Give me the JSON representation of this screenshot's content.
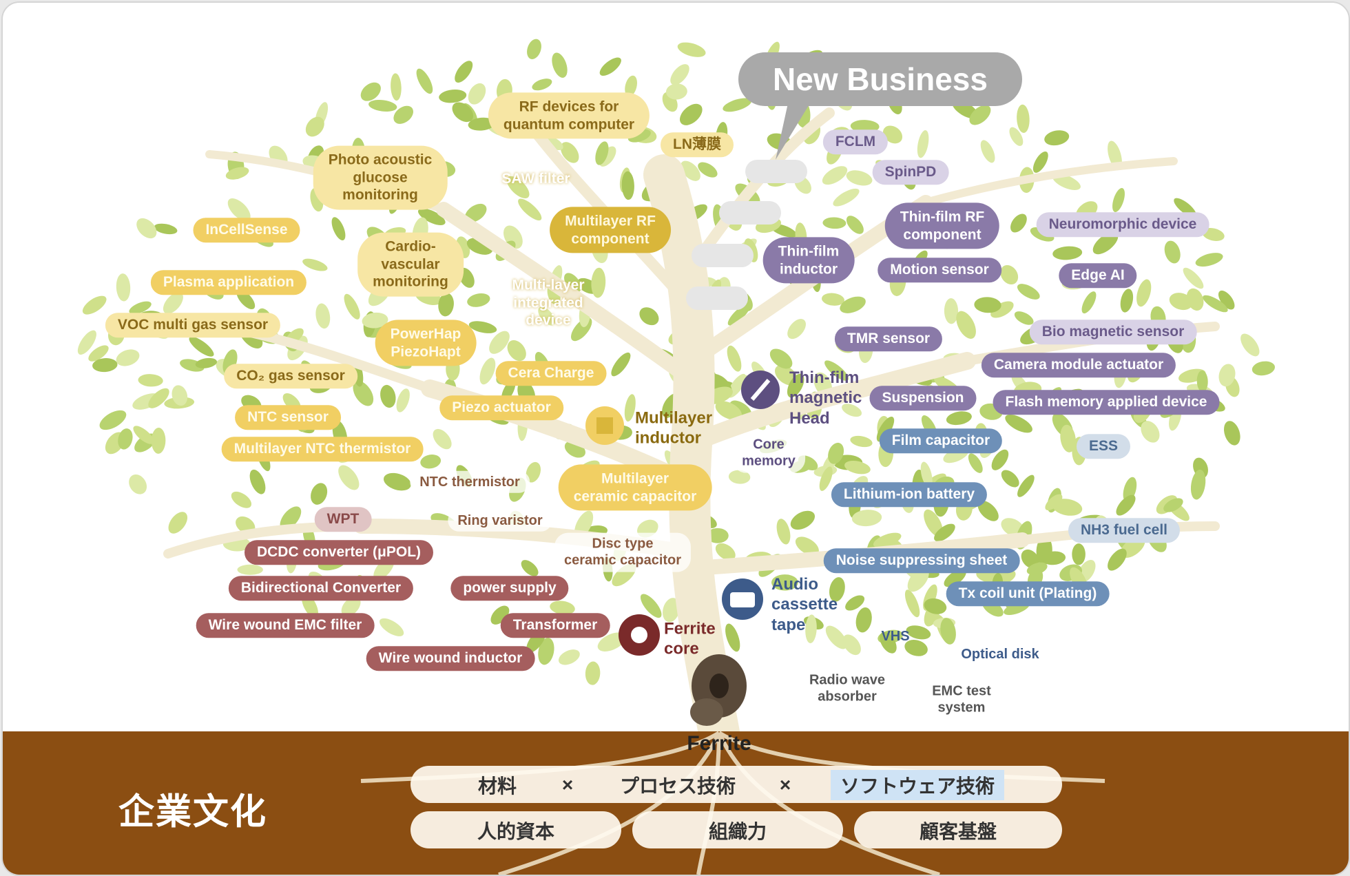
{
  "bubble": "New Business",
  "culture_label": "企業文化",
  "root_label": "Ferrite",
  "foundation_row1": [
    "材料",
    "×",
    "プロセス技術",
    "×",
    "ソフトウェア技術"
  ],
  "foundation_row2": [
    "人的資本",
    "組織力",
    "顧客基盤"
  ],
  "yellow": {
    "rf_quantum": "RF devices for\nquantum computer",
    "ln": "LN薄膜",
    "photo_acoustic": "Photo acoustic\nglucose\nmonitoring",
    "saw": "SAW filter",
    "incellsense": "InCellSense",
    "multilayer_rf": "Multilayer RF\ncomponent",
    "cardio": "Cardio-\nvascular\nmonitoring",
    "plasma": "Plasma application",
    "multilayer_integrated": "Multi-layer\nintegrated\ndevice",
    "voc": "VOC multi gas sensor",
    "powerhap": "PowerHap\nPiezoHapt",
    "co2": "CO₂ gas sensor",
    "cera_charge": "Cera Charge",
    "piezo": "Piezo actuator",
    "ntc_sensor": "NTC sensor",
    "multilayer_inductor": "Multilayer\ninductor",
    "multilayer_ntc": "Multilayer NTC thermistor",
    "multilayer_cap": "Multilayer\nceramic capacitor",
    "ntc_thermistor": "NTC thermistor"
  },
  "purple": {
    "fclm": "FCLM",
    "spinpd": "SpinPD",
    "thin_rf": "Thin-film RF\ncomponent",
    "neuromorphic": "Neuromorphic device",
    "thin_inductor": "Thin-film\ninductor",
    "motion": "Motion sensor",
    "edge_ai": "Edge AI",
    "tmr": "TMR sensor",
    "bio_magnetic": "Bio magnetic sensor",
    "camera": "Camera module actuator",
    "thin_head": "Thin-film\nmagnetic\nHead",
    "suspension": "Suspension",
    "flash": "Flash memory applied device",
    "core_memory": "Core\nmemory"
  },
  "blue": {
    "film_cap": "Film capacitor",
    "ess": "ESS",
    "lithium": "Lithium-ion battery",
    "nh3": "NH3 fuel cell",
    "noise": "Noise suppressing sheet",
    "tx_coil": "Tx coil unit (Plating)",
    "audio": "Audio\ncassette\ntape",
    "vhs": "VHS",
    "optical": "Optical disk",
    "radio": "Radio wave\nabsorber",
    "emc_test": "EMC test\nsystem"
  },
  "red": {
    "wpt": "WPT",
    "ring_varistor": "Ring varistor",
    "disc_cap": "Disc type\nceramic capacitor",
    "dcdc": "DCDC converter (μPOL)",
    "bidirectional": "Bidirectional Converter",
    "power_supply": "power supply",
    "wire_emc": "Wire wound EMC filter",
    "transformer": "Transformer",
    "ferrite_core": "Ferrite\ncore",
    "wire_inductor": "Wire wound inductor"
  },
  "colors": {
    "yellow": "#f1cf63",
    "purple": "#8a7aa8",
    "blue": "#6e90b8",
    "red": "#a55e5e",
    "soil": "#8b4e12",
    "leaf": "#b8d36f",
    "trunk": "#f2ead2"
  }
}
